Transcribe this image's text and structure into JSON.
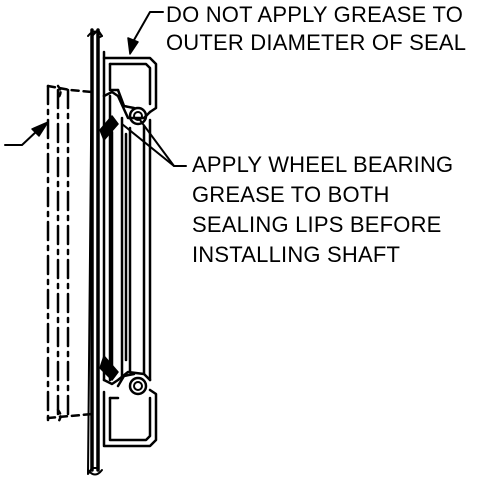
{
  "callouts": {
    "outer_diameter_note": {
      "lines": [
        "DO NOT APPLY GREASE TO",
        "OUTER DIAMETER OF SEAL"
      ]
    },
    "sealing_lips_note": {
      "lines": [
        "APPLY WHEEL BEARING",
        "GREASE TO BOTH",
        "SEALING LIPS BEFORE",
        "INSTALLING SHAFT"
      ]
    }
  },
  "colors": {
    "line": "#000000",
    "background": "#ffffff"
  }
}
